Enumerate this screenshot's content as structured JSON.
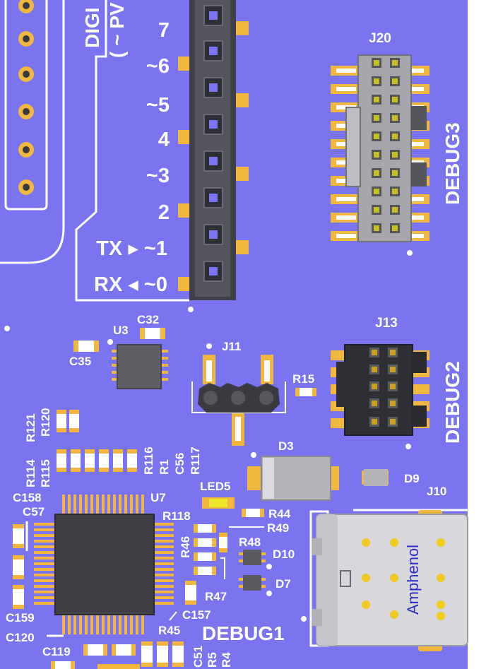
{
  "colors": {
    "board": "#7a74f0",
    "silk": "#ffffff",
    "pad": "#f2b73e",
    "header": "#4a4a52",
    "connector_gray": "#a8a8ac",
    "chip": "#5a5a60",
    "amphenol_text": "#2b2bc8"
  },
  "silkscreen": {
    "digital_title_top": "DIGI",
    "digital_title_bottom": "( ~ PV",
    "pin_7": "7",
    "pin_6": "~6",
    "pin_5": "~5",
    "pin_4": "4",
    "pin_3": "~3",
    "pin_2": "2",
    "pin_1": "TX ▸ ~1",
    "pin_0": "RX ◂ ~0",
    "j20": "J20",
    "debug3": "DEBUG3",
    "j13": "J13",
    "debug2": "DEBUG2",
    "u3": "U3",
    "c32": "C32",
    "c35": "C35",
    "j11": "J11",
    "r15": "R15",
    "r121": "R121",
    "r120": "R120",
    "r114": "R114",
    "r115": "R115",
    "r116": "R116",
    "r1": "R1",
    "c56": "C56",
    "r117": "R117",
    "d3": "D3",
    "d9": "D9",
    "j10": "J10",
    "led5": "LED5",
    "c158": "C158",
    "c57": "C57",
    "u7": "U7",
    "r118": "R118",
    "r44": "R44",
    "r49": "R49",
    "r46": "R46",
    "r48": "R48",
    "d10": "D10",
    "d7": "D7",
    "r47": "R47",
    "c157": "C157",
    "c159": "C159",
    "r45": "R45",
    "debug1": "DEBUG1",
    "c120": "C120",
    "c119": "C119",
    "c51": "C51",
    "r5": "R5",
    "r4": "R4",
    "amphenol": "Amphenol"
  }
}
